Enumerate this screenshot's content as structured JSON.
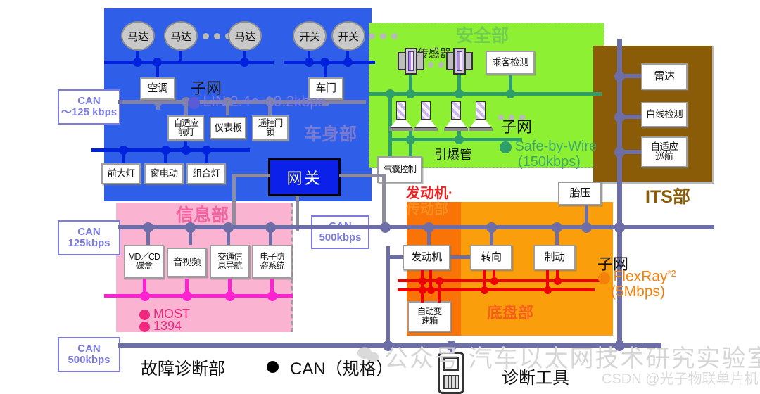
{
  "regions": {
    "body": {
      "title": "车身部"
    },
    "safety": {
      "title": "安全部"
    },
    "its": {
      "title": "ITS部"
    },
    "info": {
      "title": "信息部"
    },
    "chassis": {
      "title": "底盘部"
    },
    "engine": {
      "line1": "发动机·",
      "line2": "传动部"
    }
  },
  "gateway": {
    "label": "网关"
  },
  "can_labels": [
    {
      "name": "CAN",
      "speed": "～125 kbps"
    },
    {
      "name": "CAN",
      "speed": "125kbps"
    },
    {
      "name": "CAN",
      "speed": "500kbps"
    },
    {
      "name": "CAN",
      "speed": "500kbps"
    }
  ],
  "body_section": {
    "motors": [
      "马达",
      "马达",
      "马达"
    ],
    "switches": [
      "开关",
      "开关"
    ],
    "row_mid": [
      "空调",
      "车门"
    ],
    "row_lin": [
      "自适应\n前灯",
      "仪表板",
      "遥控门\n锁"
    ],
    "row_lamps": [
      "前大灯",
      "窗电动",
      "组合灯"
    ],
    "subnet_label": "子网",
    "subnet_bus": "LIN 2.4～19.2kbps"
  },
  "safety_section": {
    "sensor_label": "传感器",
    "occupant": "乘客检测",
    "squib_label": "引爆管",
    "airbag": "气囊控制",
    "subnet_label": "子网",
    "subnet_bus_line1": "Safe-by-Wire",
    "subnet_bus_line2": "(150kbps)"
  },
  "its_section": {
    "items": [
      "雷达",
      "白线检测",
      "自适应\n巡航"
    ]
  },
  "info_section": {
    "items": [
      "MD／CD\n碟盒",
      "音视频",
      "交通信\n息导航",
      "电子防\n盗系统"
    ],
    "bus1": "MOST",
    "bus2": "1394"
  },
  "chassis_section": {
    "tire": "胎压",
    "items": [
      "发动机",
      "转向",
      "制动"
    ],
    "transmission": "自动变\n速箱",
    "subnet_label": "子网",
    "subnet_bus_line1": "FlexRay",
    "subnet_bus_sup": "*2",
    "subnet_bus_line2": "(5Mbps)"
  },
  "bottom": {
    "diagnostic_section": "故障诊断部",
    "can_spec": "CAN（规格）",
    "tool_label": "诊断工具"
  },
  "watermarks": {
    "line1": "公众号 汽车以太网技术研究实验室",
    "line2": "CSDN @光子物联单片机"
  },
  "colors": {
    "body": "#2f5fe8",
    "safety": "#8ef032",
    "its": "#8a5c08",
    "info": "#fbb3d2",
    "chassis": "#fb9e0b",
    "engine": "#f97306",
    "can_bus": "#6d6da8",
    "lin_bus": "#8282a8",
    "most_bus": "#ff22d0",
    "flexray_bus": "#ef0000",
    "safebywire_bus": "#2e9e6b",
    "gateway": "#0b20e8"
  }
}
